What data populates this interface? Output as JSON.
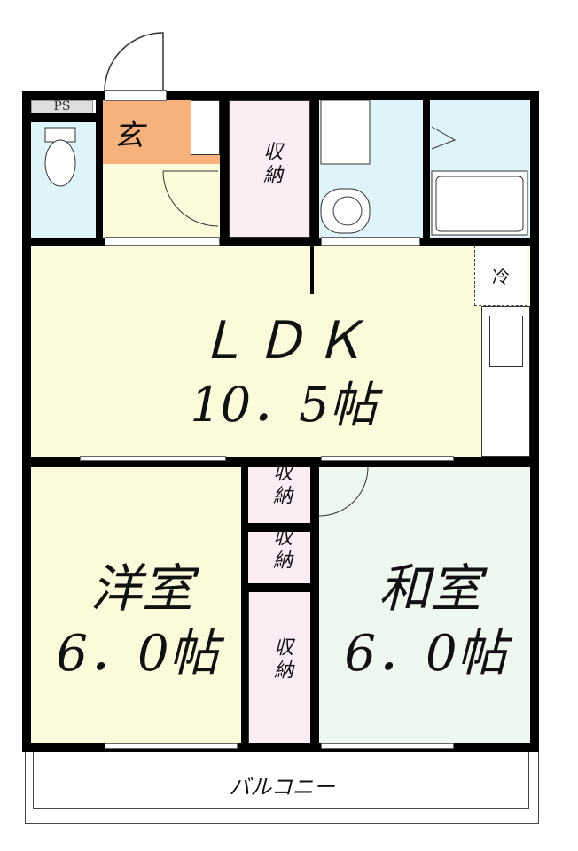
{
  "rooms": {
    "ps": "PS",
    "genkan": "玄",
    "storage": "収納",
    "ldk_name": "ＬＤＫ",
    "ldk_size": "10．5帖",
    "fridge": "冷",
    "western_name": "洋室",
    "western_size": "6．0帖",
    "japanese_name": "和室",
    "japanese_size": "6．0帖",
    "balcony": "バルコニー"
  },
  "colors": {
    "genkan": "#f6b27a",
    "hall": "#fbfbdc",
    "storage": "#fcecf3",
    "wet": "#dff3fa",
    "ldk": "#fbfbdc",
    "japanese": "#eef8ee"
  }
}
